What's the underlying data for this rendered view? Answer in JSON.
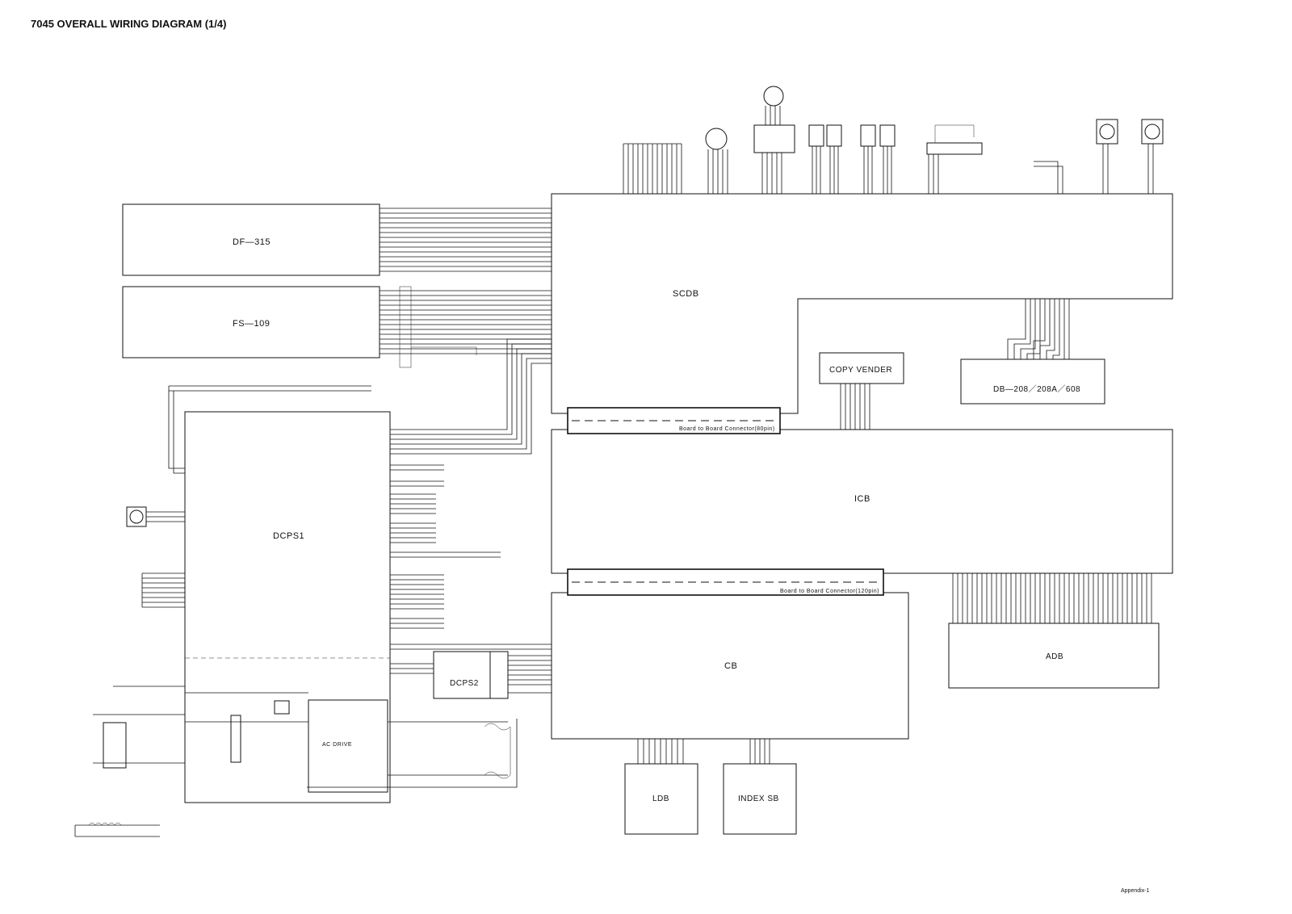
{
  "title": "7045 OVERALL WIRING DIAGRAM (1/4)",
  "footer": "Appendix-1",
  "blocks": {
    "df": "DF—315",
    "fs": "FS—109",
    "scdb": "SCDB",
    "icb": "ICB",
    "cb": "CB",
    "dcps1": "DCPS1",
    "dcps2": "DCPS2",
    "ac_drive": "AC  DRIVE",
    "copy_vender": "COPY   VENDER",
    "db": "DB—208／208A／608",
    "adb": "ADB",
    "ldb": "LDB",
    "index_sb": "INDEX SB"
  },
  "connectors": {
    "c80": "Board  to  Board  Connector(80pin)",
    "c120": "Board  to  Board  Connector(120pin)"
  }
}
